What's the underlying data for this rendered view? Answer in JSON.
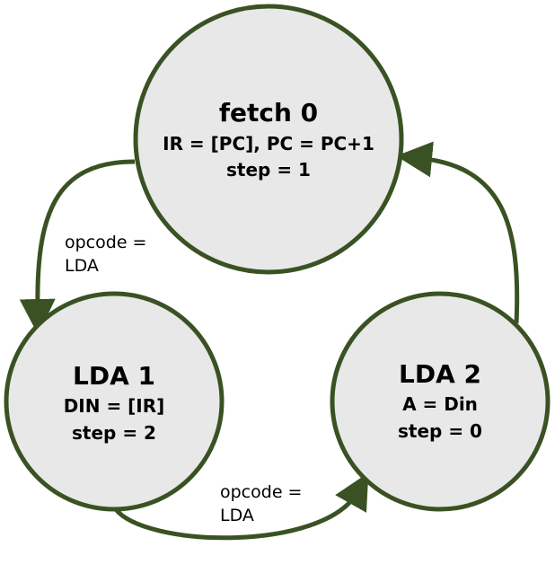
{
  "diagram": {
    "colors": {
      "stroke": "#3a5223",
      "fill": "#e8e8e8",
      "background": "#ffffff"
    },
    "states": [
      {
        "title": "fetch 0",
        "lines": [
          "IR = [PC], PC = PC+1",
          "step = 1"
        ]
      },
      {
        "title": "LDA 1",
        "lines": [
          "DIN = [IR]",
          "step = 2"
        ]
      },
      {
        "title": "LDA 2",
        "lines": [
          "A = Din",
          "step = 0"
        ]
      }
    ],
    "transitions": [
      {
        "from": "fetch 0",
        "to": "LDA 1",
        "label": [
          "opcode =",
          "LDA"
        ]
      },
      {
        "from": "LDA 1",
        "to": "LDA 2",
        "label": [
          "opcode =",
          "LDA"
        ]
      },
      {
        "from": "LDA 2",
        "to": "fetch 0",
        "label": []
      }
    ]
  }
}
